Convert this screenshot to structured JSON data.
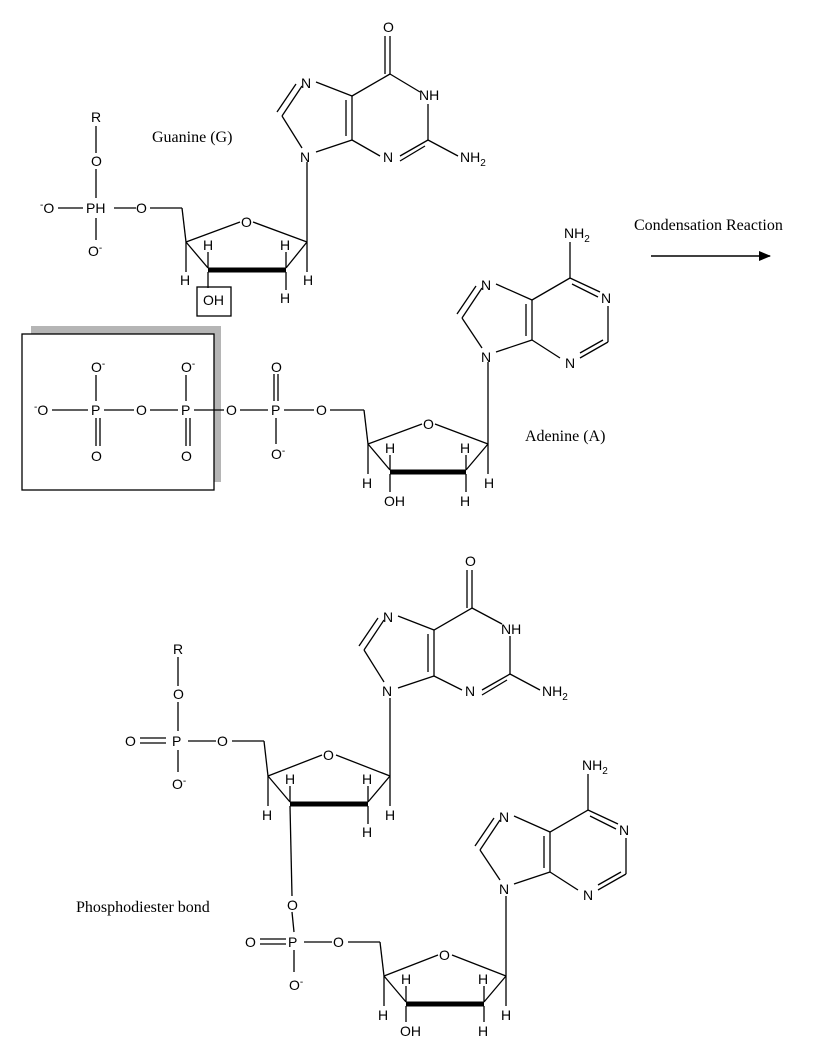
{
  "labels": {
    "guanine": "Guanine (G)",
    "adenine": "Adenine (A)",
    "reaction": "Condensation Reaction",
    "bond": "Phosphodiester bond"
  },
  "atoms": {
    "R": "R",
    "O": "O",
    "P": "P",
    "PH": "PH",
    "N": "N",
    "NH": "NH",
    "H": "H",
    "OH": "OH",
    "NH2_main": "NH",
    "NH2_sub": "2",
    "minus": "-"
  }
}
